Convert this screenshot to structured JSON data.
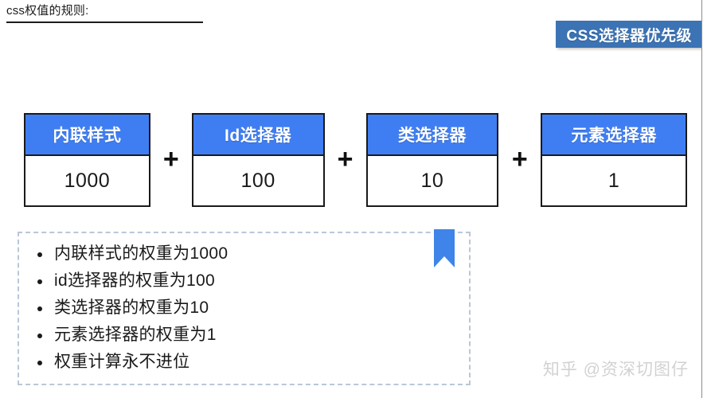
{
  "slide": {
    "heading": "css权值的规则:",
    "corner_badge": {
      "label": "CSS选择器优先级",
      "background_color": "#3b73b4",
      "text_color": "#ffffff"
    },
    "colors": {
      "box_header_blue": "#3f7ef2",
      "box_border": "#1a1a1a",
      "dashed_border": "#b9c7d8",
      "bookmark_blue": "#3f84e8",
      "watermark_gray": "#d2d2d2"
    },
    "formula": {
      "operator": "+",
      "boxes": [
        {
          "title": "内联样式",
          "value": "1000"
        },
        {
          "title": "Id选择器",
          "value": "100"
        },
        {
          "title": "类选择器",
          "value": "10"
        },
        {
          "title": "元素选择器",
          "value": "1"
        }
      ]
    },
    "rules_panel": {
      "items": [
        "内联样式的权重为1000",
        "id选择器的权重为100",
        "类选择器的权重为10",
        "元素选择器的权重为1",
        "权重计算永不进位"
      ]
    },
    "watermark": "知乎 @资深切图仔"
  }
}
